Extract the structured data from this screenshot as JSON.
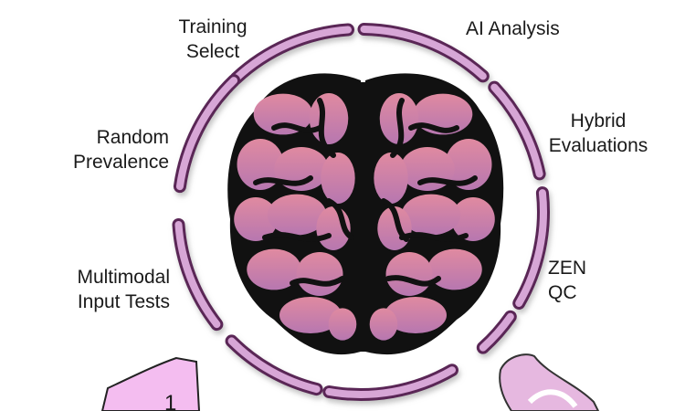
{
  "labels": {
    "training": [
      "Training",
      "Select"
    ],
    "ai": "AI Analysis",
    "hybrid": [
      "Hybrid",
      "Evaluations"
    ],
    "random": [
      "Random",
      "Prevalence"
    ],
    "zen": [
      "ZEN",
      "QC"
    ],
    "multimodal": [
      "Multimodal",
      "Input Tests"
    ]
  },
  "badge_number": "1",
  "colors": {
    "brain_pink": "#d9869e",
    "brain_outline": "#111111",
    "ring_pink": "#d7a6d6",
    "ring_dark": "#6e2f6a",
    "shape_pink": "#f4bdf0"
  }
}
